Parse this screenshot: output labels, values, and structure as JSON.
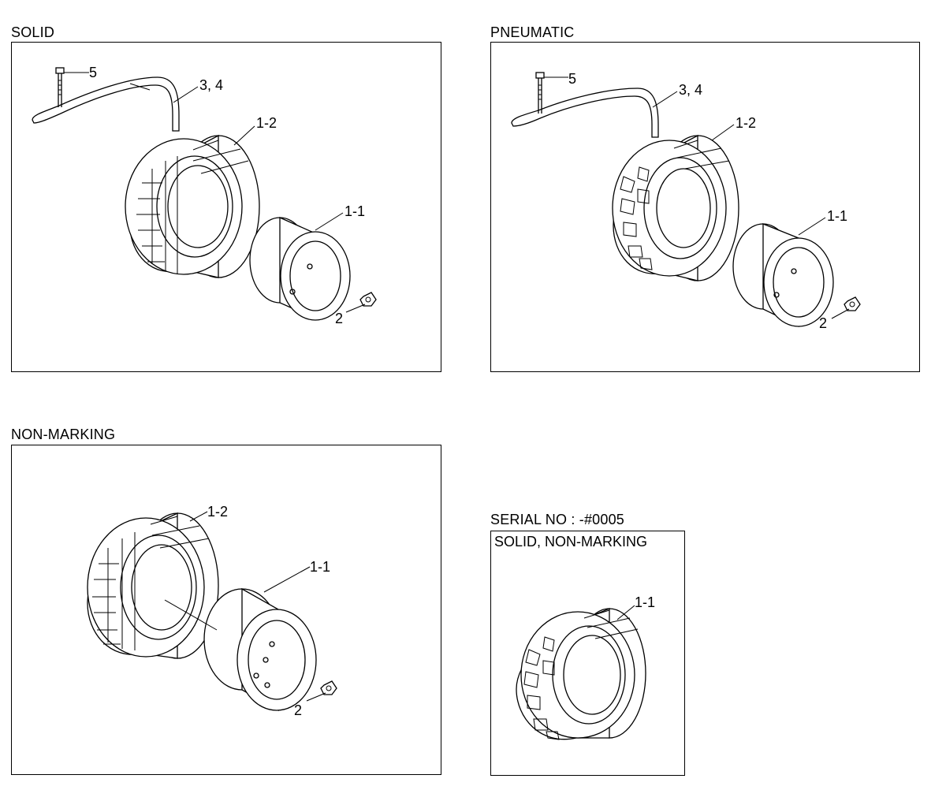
{
  "panels": {
    "solid": {
      "title": "SOLID",
      "callouts": {
        "bolt": "5",
        "mudguard": "3, 4",
        "tire": "1-2",
        "rim": "1-1",
        "nut": "2"
      }
    },
    "pneumatic": {
      "title": "PNEUMATIC",
      "callouts": {
        "bolt": "5",
        "mudguard": "3, 4",
        "tire": "1-2",
        "rim": "1-1",
        "nut": "2"
      }
    },
    "non_marking": {
      "title": "NON-MARKING",
      "callouts": {
        "tire": "1-2",
        "rim": "1-1",
        "nut": "2"
      }
    },
    "serial": {
      "serial_label": "SERIAL NO : -#0005",
      "title": "SOLID, NON-MARKING",
      "callouts": {
        "tire": "1-1"
      }
    }
  },
  "icons": [
    "bolt-icon",
    "mudguard-icon",
    "tire-icon",
    "rim-icon",
    "nut-icon"
  ]
}
